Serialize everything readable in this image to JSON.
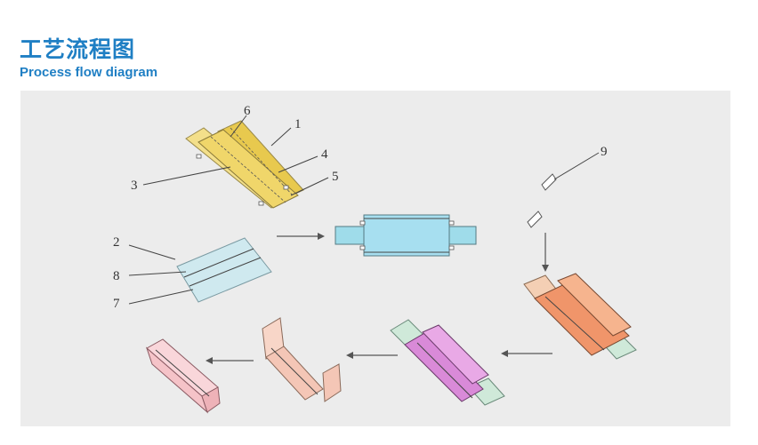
{
  "header": {
    "title_zh": "工艺流程图",
    "title_en": "Process flow diagram"
  },
  "diagram": {
    "part_numbers": [
      "1",
      "2",
      "3",
      "4",
      "5",
      "6",
      "7",
      "8",
      "9"
    ],
    "colors": {
      "panel_bg": "#ececec",
      "yellow_blank": "#f0d66a",
      "blue_blank": "#cfe9ef",
      "cyan_assembly": "#9fdcea",
      "orange_box": "#f0956a",
      "purple_box": "#d98ad8",
      "peach_box": "#f4c6b6",
      "pink_box": "#f5c3c8",
      "green_flap": "#cfe9d9",
      "title_blue": "#1f7fc4"
    }
  }
}
